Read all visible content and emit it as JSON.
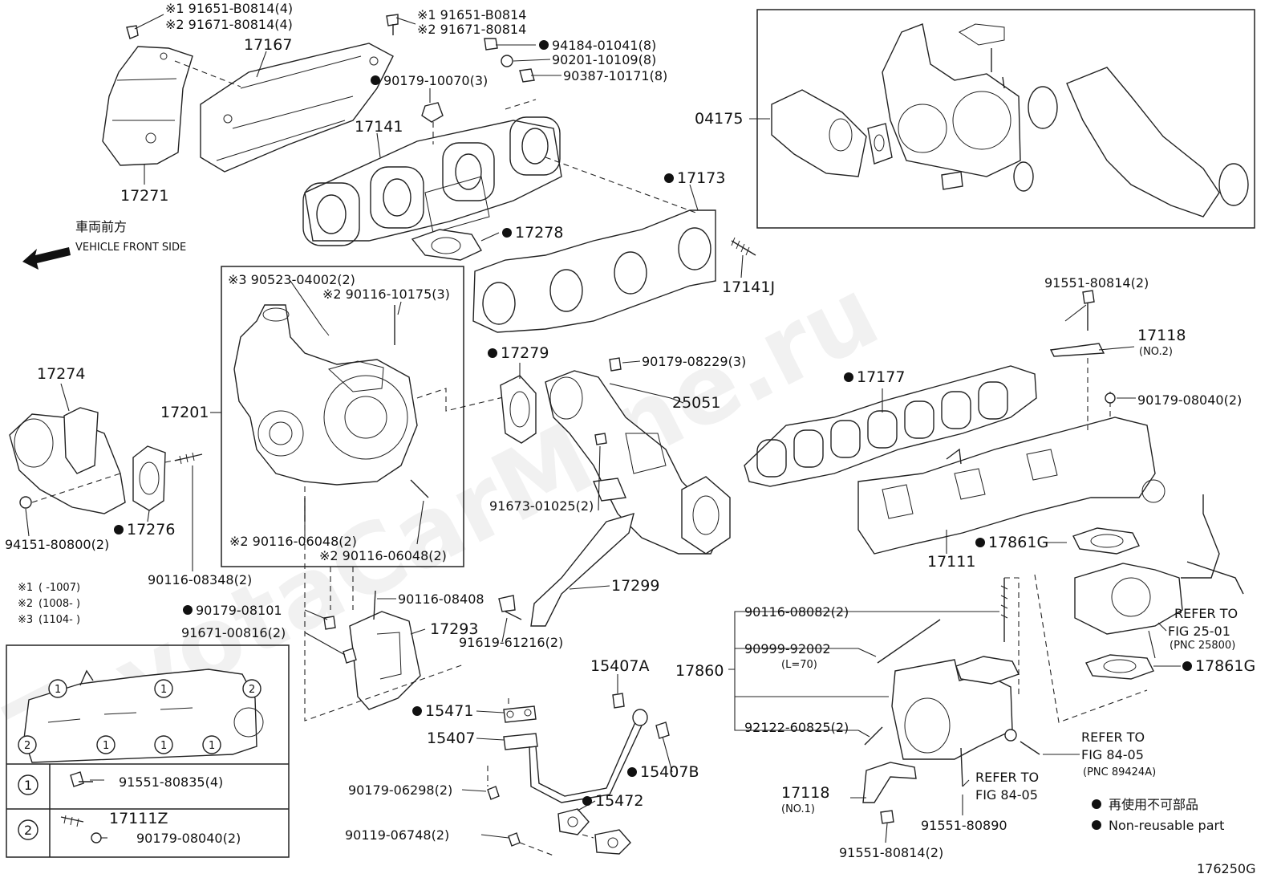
{
  "watermark": "ToyotaCarMine.ru",
  "diagram_code": "176250G",
  "direction": {
    "jp": "車両前方",
    "en": "VEHICLE FRONT SIDE"
  },
  "legend": {
    "jp": "再使用不可部品",
    "en": "Non-reusable part"
  },
  "notes": [
    {
      "mark": "※1",
      "range": "(      -1007)"
    },
    {
      "mark": "※2",
      "range": "(1008-      )"
    },
    {
      "mark": "※3",
      "range": "(1104-      )"
    }
  ],
  "callouts": {
    "c1": "※1 91651-B0814(4)",
    "c2": "※2 91671-80814(4)",
    "c3": "※1 91651-B0814",
    "c4": "※2 91671-80814",
    "c5": "94184-01041(8)",
    "c6": "90201-10109(8)",
    "c7": "90387-10171(8)",
    "c8": "90179-10070(3)",
    "c9": "17167",
    "c10": "17141",
    "c11": "17271",
    "c12": "04175",
    "c13": "17173",
    "c14": "17278",
    "c15": "17141J",
    "c16": "※3 90523-04002(2)",
    "c17": "※2 90116-10175(3)",
    "c18": "17279",
    "c19": "90179-08229(3)",
    "c20": "25051",
    "c21": "17274",
    "c22": "17201",
    "c23": "17276",
    "c24": "94151-80800(2)",
    "c25": "90116-08348(2)",
    "c26": "※2 90116-06048(2)",
    "c27": "※2 90116-06048(2)",
    "c28": "91673-01025(2)",
    "c29": "17299",
    "c30": "90179-08101",
    "c31": "90116-08408",
    "c32": "91671-00816(2)",
    "c33": "17293",
    "c34": "91619-61216(2)",
    "c35": "91551-80814(2)",
    "c36": "17118",
    "c37": "(NO.2)",
    "c38": "17177",
    "c39": "90179-08040(2)",
    "c40": "17861G",
    "c41": "17111",
    "c42": "REFER TO",
    "c43": "FIG 25-01",
    "c44": "(PNC 25800)",
    "c45": "17861G",
    "c46": "90116-08082(2)",
    "c47": "90999-92002",
    "c48": "(L=70)",
    "c49": "17860",
    "c50": "92122-60825(2)",
    "c51": "REFER TO",
    "c52": "FIG 84-05",
    "c53": "(PNC 89424A)",
    "c54": "REFER TO",
    "c55": "FIG 84-05",
    "c56": "17118",
    "c57": "(NO.1)",
    "c58": "91551-80890",
    "c59": "91551-80814(2)",
    "c60": "15407A",
    "c61": "15471",
    "c62": "15407",
    "c63": "15407B",
    "c64": "90179-06298(2)",
    "c65": "15472",
    "c66": "90119-06748(2)"
  },
  "inset_table": {
    "markers": [
      "1",
      "1",
      "1",
      "1",
      "2",
      "2",
      "1"
    ],
    "rows": [
      {
        "id": "1",
        "parts": [
          "91551-80835(4)"
        ]
      },
      {
        "id": "2",
        "parts": [
          "17111Z",
          "90179-08040(2)"
        ]
      }
    ]
  }
}
